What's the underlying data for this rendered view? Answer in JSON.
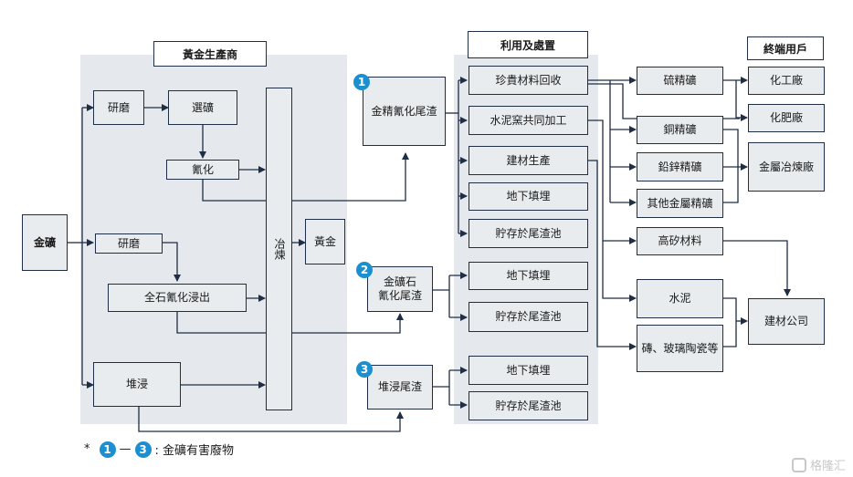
{
  "headers": {
    "producer": "黃金生產商",
    "disposal": "利用及處置",
    "end_user": "終端用戶"
  },
  "producer_nodes": {
    "gold_ore": "金礦",
    "grind_1": "研磨",
    "flotation": "選礦",
    "cyanide_1": "氰化",
    "grind_2": "研磨",
    "whole_ore_cyanide": "全石氰化浸出",
    "heap_leach": "堆浸",
    "refine": "冶煉",
    "gold": "黃金"
  },
  "waste_nodes": {
    "w1": {
      "num": "1",
      "label": "金精氰化尾渣"
    },
    "w2": {
      "num": "2",
      "label": "金礦石\n氰化尾渣"
    },
    "w3": {
      "num": "3",
      "label": "堆浸尾渣"
    }
  },
  "disposal_nodes": [
    "珍貴材料回收",
    "水泥窯共同加工",
    "建材生產",
    "地下填埋",
    "貯存於尾渣池",
    "地下填埋",
    "貯存於尾渣池",
    "地下填埋",
    "貯存於尾渣池"
  ],
  "product_nodes": {
    "sulfur_concentrate": "硫精礦",
    "copper_concentrate": "銅精礦",
    "lead_zinc_concentrate": "鉛鋅精礦",
    "other_metal_concentrate": "其他金屬精礦",
    "high_silica": "高矽材料",
    "cement": "水泥",
    "bricks": "磚、玻璃陶瓷等"
  },
  "end_user_nodes": {
    "chemical_plant": "化工廠",
    "fertilizer_plant": "化肥廠",
    "smelter": "金屬冶煉廠",
    "building_company": "建材公司"
  },
  "legend": {
    "star": "*",
    "from": "1",
    "dash": "—",
    "to": "3",
    "text": ": 金礦有害廢物"
  },
  "watermark": "格隆汇",
  "colors": {
    "line": "#1f2d45",
    "box_fill": "#e9ecef",
    "panel": "#e5e8ec",
    "badge": "#1c8fd0"
  }
}
